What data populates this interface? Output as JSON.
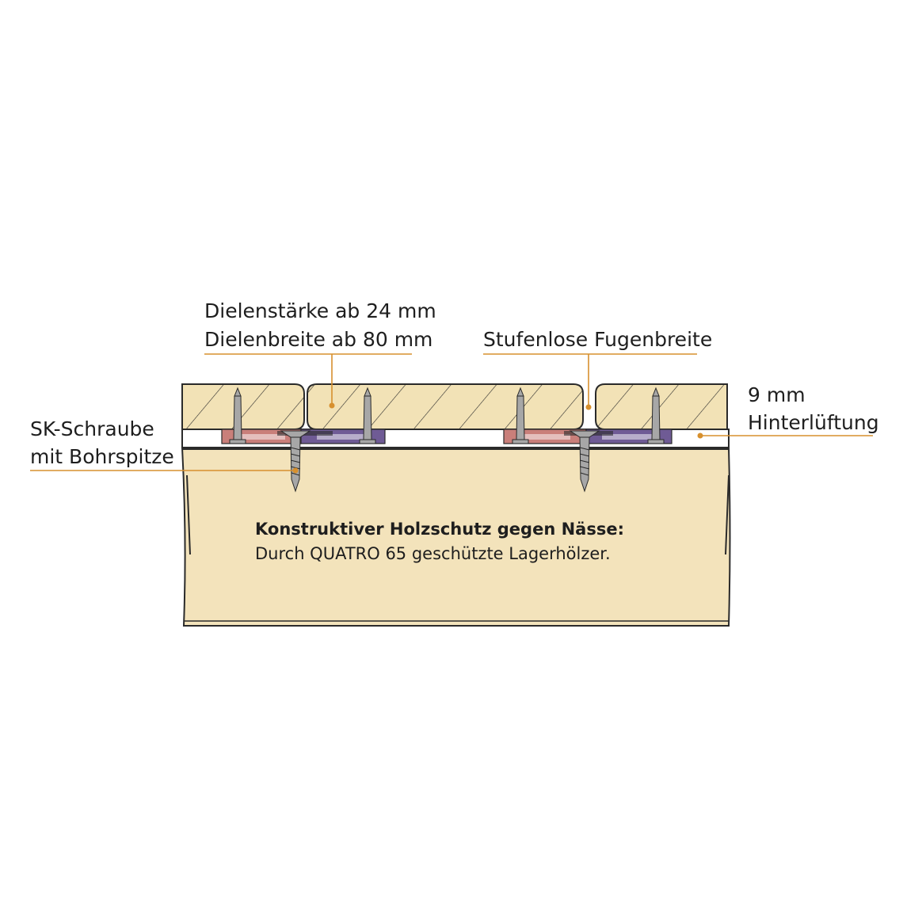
{
  "labels": {
    "board_thickness": "Dielenstärke ab 24 mm",
    "board_width": "Dielenbreite ab 80 mm",
    "joint_width": "Stufenlose Fugenbreite",
    "ventilation_line1": "9 mm",
    "ventilation_line2": "Hinterlüftung",
    "screw_line1": "SK-Schraube",
    "screw_line2": "mit Bohrspitze",
    "note_heading": "Konstruktiver Holzschutz gegen Nässe:",
    "note_text": "Durch QUATRO 65 geschützte Lagerhölzer."
  },
  "colors": {
    "wood_board": "#f2e2b6",
    "wood_joist": "#f3e3bb",
    "outline": "#2a2a2a",
    "accent": "#d7902e",
    "clip_red": "#c97f7a",
    "clip_purple": "#6f5b95",
    "screw": "#a7a7a7"
  }
}
